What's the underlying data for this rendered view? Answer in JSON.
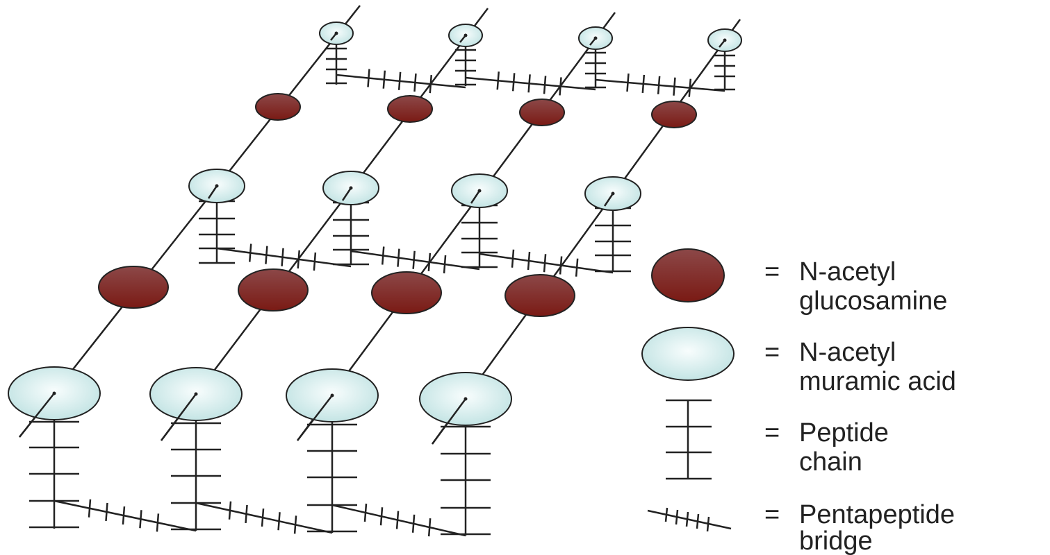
{
  "colors": {
    "nag_fill": "#8e2a22",
    "nam_fill": "#d4ecec",
    "stroke": "#222222"
  },
  "legend": {
    "nag": {
      "eq": "=",
      "line1": "N-acetyl",
      "line2": "glucosamine"
    },
    "nam": {
      "eq": "=",
      "line1": "N-acetyl",
      "line2": "muramic acid"
    },
    "peptide": {
      "eq": "=",
      "line1": "Peptide",
      "line2": "chain"
    },
    "bridge": {
      "eq": "=",
      "line1": "Pentapeptide",
      "line2": "bridge"
    }
  }
}
